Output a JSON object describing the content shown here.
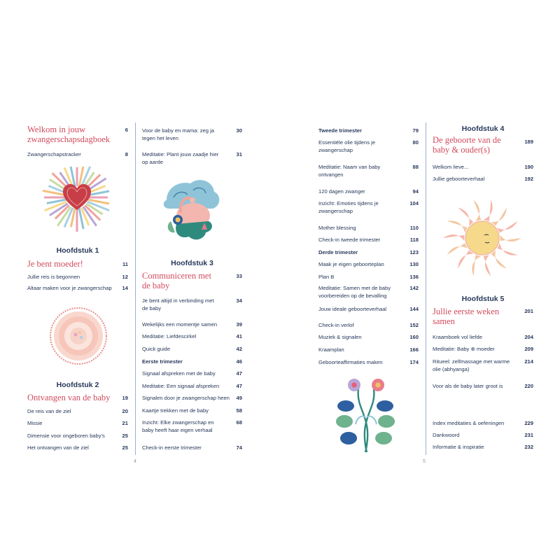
{
  "left_page": {
    "page_number": "4",
    "col1": {
      "intro_title": "Welkom in jouw zwangerschapsdagboek",
      "intro_page": "6",
      "intro_items": [
        {
          "label": "Zwangerschapstracker",
          "page": "8"
        }
      ],
      "ch1": {
        "heading": "Hoofdstuk 1",
        "title": "Je bent moeder!",
        "page": "11"
      },
      "ch1_items": [
        {
          "label": "Jullie reis is begonnen",
          "page": "12"
        },
        {
          "label": "Altaar maken voor je zwangerschap",
          "page": "14"
        }
      ],
      "ch2": {
        "heading": "Hoofdstuk 2",
        "title": "Ontvangen van de baby",
        "page": "19"
      },
      "ch2_items": [
        {
          "label": "De reis van de ziel",
          "page": "20"
        },
        {
          "label": "Missie",
          "page": "21"
        },
        {
          "label": "Dimensie voor ongeboren baby's",
          "page": "25"
        },
        {
          "label": "Het ontvangen van de ziel",
          "page": "25"
        }
      ]
    },
    "col2": {
      "top_items": [
        {
          "label": "Voor de baby en mama: zeg ja tegen het leven",
          "page": "30"
        },
        {
          "label": "Meditatie: Plant jouw zaadje hier op aarde",
          "page": "31"
        }
      ],
      "ch3": {
        "heading": "Hoofdstuk 3",
        "title": "Communiceren met de baby",
        "page": "33"
      },
      "ch3_items": [
        {
          "label": "Je bent altijd in verbinding met de baby",
          "page": "34"
        },
        {
          "label": "Wekelijks een momentje samen",
          "page": "39"
        },
        {
          "label": "Meditatie: Liefdescirkel",
          "page": "41"
        },
        {
          "label": "Quick guide",
          "page": "42"
        },
        {
          "label": "Eerste trimester",
          "page": "46"
        },
        {
          "label": "Signaal afspreken met de baby",
          "page": "47"
        },
        {
          "label": "Meditatie: Een signaal afspreken",
          "page": "47"
        },
        {
          "label": "Signalen door je zwangerschap heen",
          "page": "49"
        },
        {
          "label": "Kaartje trekken met de baby",
          "page": "58"
        },
        {
          "label": "Inzicht: Elke zwangerschap en baby heeft haar eigen verhaal",
          "page": "68"
        },
        {
          "label": "Check-in eerste trimester",
          "page": "74"
        }
      ]
    }
  },
  "right_page": {
    "page_number": "5",
    "col3": {
      "items": [
        {
          "label": "Tweede trimester",
          "page": "79"
        },
        {
          "label": "Essentiële olie tijdens je zwangerschap",
          "page": "80"
        },
        {
          "label": "Meditatie: Naam van baby ontvangen",
          "page": "88"
        },
        {
          "label": "120 dagen zwanger",
          "page": "94"
        },
        {
          "label": "Inzicht: Emoties tijdens je zwangerschap",
          "page": "104"
        },
        {
          "label": "Mother blessing",
          "page": "110"
        },
        {
          "label": "Check-in tweede trimester",
          "page": "118"
        },
        {
          "label": "Derde trimester",
          "page": "123"
        },
        {
          "label": "Maak je eigen geboorteplan",
          "page": "130"
        },
        {
          "label": "Plan B",
          "page": "136"
        },
        {
          "label": "Meditatie: Samen met de baby voorbereiden op de bevalling",
          "page": "142"
        },
        {
          "label": "Jouw ideale geboorteverhaal",
          "page": "144"
        },
        {
          "label": "Check-in verlof",
          "page": "152"
        },
        {
          "label": "Muziek & signalen",
          "page": "160"
        },
        {
          "label": "Kraamplan",
          "page": "166"
        },
        {
          "label": "Geboorteaffirmaties maken",
          "page": "174"
        }
      ]
    },
    "col4": {
      "ch4": {
        "heading": "Hoofdstuk 4",
        "title": "De geboorte van de baby & ouder(s)",
        "page": "189"
      },
      "ch4_items": [
        {
          "label": "Welkom lieve...",
          "page": "190"
        },
        {
          "label": "Jullie geboorteverhaal",
          "page": "192"
        }
      ],
      "ch5": {
        "heading": "Hoofdstuk 5",
        "title": "Jullie eerste weken samen",
        "page": "201"
      },
      "ch5_items": [
        {
          "label": "Kraamboek vol liefde",
          "page": "204"
        },
        {
          "label": "Meditatie: Baby ⊕ moeder",
          "page": "209"
        },
        {
          "label": "Ritueel: zelfmassage met warme olie (abhyanga)",
          "page": "214"
        },
        {
          "label": "Voor als de baby later groot is",
          "page": "220"
        }
      ],
      "end_items": [
        {
          "label": "Index meditaties & oefeningen",
          "page": "229"
        },
        {
          "label": "Dankwoord",
          "page": "231"
        },
        {
          "label": "Informatie & inspiratie",
          "page": "232"
        }
      ]
    }
  },
  "colors": {
    "title_red": "#d14a5c",
    "text_navy": "#27385a",
    "separator": "#9ab0cd"
  },
  "icons": [
    "heart-burst-icon",
    "mandala-circle-icon",
    "flamingo-plant-icon",
    "sun-moon-icon",
    "flowers-vine-icon"
  ]
}
